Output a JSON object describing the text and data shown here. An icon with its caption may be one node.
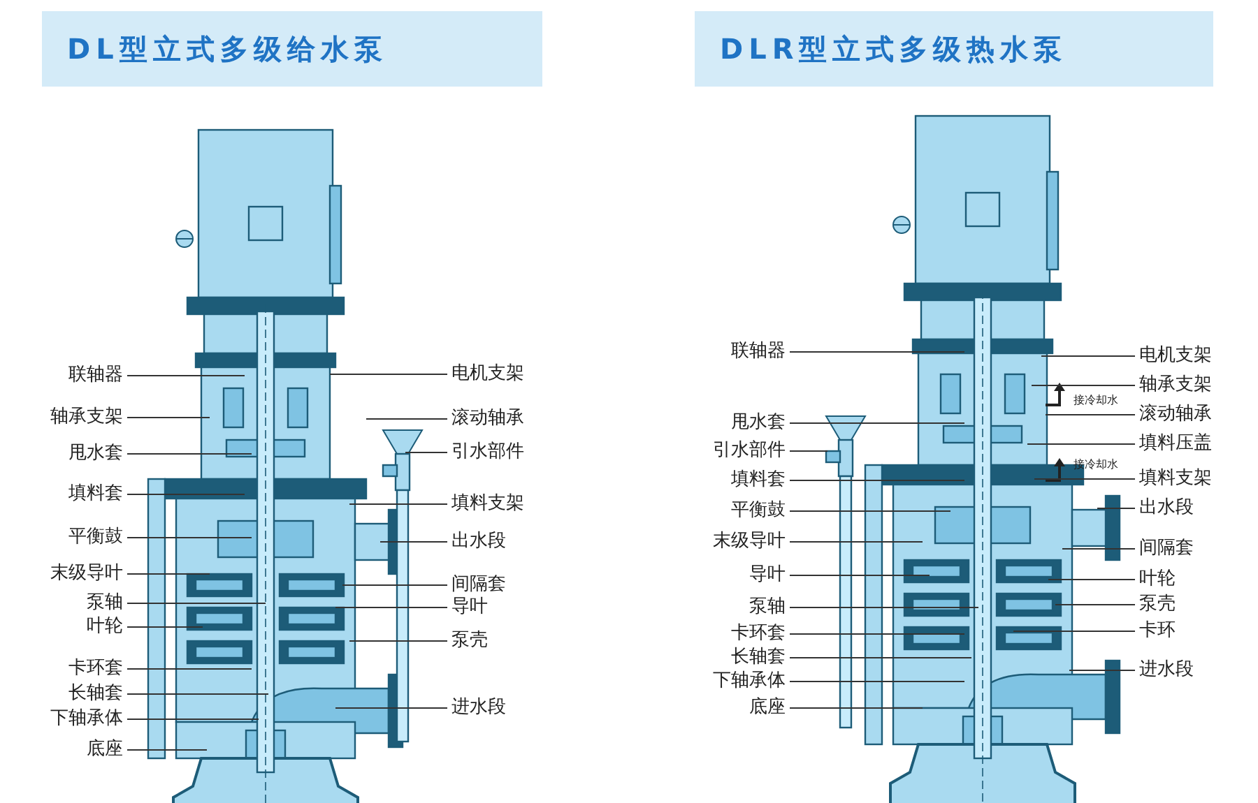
{
  "diagram": {
    "nodes": [
      {
        "text": [
          "DL型立式多级给水泵"
        ]
      },
      {
        "text": [
          "联轴器"
        ]
      },
      {
        "text": [
          "轴承支架"
        ]
      },
      {
        "text": [
          "甩水套"
        ]
      },
      {
        "text": [
          "填料套"
        ]
      },
      {
        "text": [
          "平衡鼓"
        ]
      },
      {
        "text": [
          "末级导叶"
        ]
      },
      {
        "text": [
          "泵轴"
        ]
      },
      {
        "text": [
          "叶轮"
        ]
      },
      {
        "text": [
          "卡环套"
        ]
      },
      {
        "text": [
          "长轴套"
        ]
      },
      {
        "text": [
          "下轴承体"
        ]
      },
      {
        "text": [
          "底座"
        ]
      },
      {
        "text": [
          "电机支架"
        ]
      },
      {
        "text": [
          "滚动轴承"
        ]
      },
      {
        "text": [
          "引水部件"
        ]
      },
      {
        "text": [
          "填料支架"
        ]
      },
      {
        "text": [
          "出水段"
        ]
      },
      {
        "text": [
          "间隔套"
        ]
      },
      {
        "text": [
          "导叶"
        ]
      },
      {
        "text": [
          "泵壳"
        ]
      },
      {
        "text": [
          "进水段"
        ]
      },
      {
        "text": [
          "DLR型立式多级热水泵"
        ]
      },
      {
        "text": [
          "联轴器"
        ]
      },
      {
        "text": [
          "甩水套"
        ]
      },
      {
        "text": [
          "引水部件"
        ]
      },
      {
        "text": [
          "填料套"
        ]
      },
      {
        "text": [
          "平衡鼓"
        ]
      },
      {
        "text": [
          "末级导叶"
        ]
      },
      {
        "text": [
          "导叶"
        ]
      },
      {
        "text": [
          "泵轴"
        ]
      },
      {
        "text": [
          "卡环套"
        ]
      },
      {
        "text": [
          "长轴套"
        ]
      },
      {
        "text": [
          "下轴承体"
        ]
      },
      {
        "text": [
          "底座"
        ]
      },
      {
        "text": [
          "电机支架"
        ]
      },
      {
        "text": [
          "轴承支架"
        ]
      },
      {
        "text": [
          "滚动轴承"
        ]
      },
      {
        "text": [
          "填料压盖"
        ]
      },
      {
        "text": [
          "填料支架"
        ]
      },
      {
        "text": [
          "出水段"
        ]
      },
      {
        "text": [
          "间隔套"
        ]
      },
      {
        "text": [
          "叶轮"
        ]
      },
      {
        "text": [
          "泵壳"
        ]
      },
      {
        "text": [
          "卡环"
        ]
      },
      {
        "text": [
          "进水段"
        ]
      }
    ],
    "edges": [
      {
        "from": 1,
        "to": null,
        "arrow": "none"
      },
      {
        "from": 2,
        "to": null,
        "arrow": "none"
      },
      {
        "from": 3,
        "to": null,
        "arrow": "none"
      },
      {
        "from": 4,
        "to": null,
        "arrow": "none"
      },
      {
        "from": 5,
        "to": null,
        "arrow": "none"
      },
      {
        "from": 6,
        "to": null,
        "arrow": "none"
      },
      {
        "from": 7,
        "to": null,
        "arrow": "none"
      },
      {
        "from": 8,
        "to": null,
        "arrow": "none"
      },
      {
        "from": 9,
        "to": null,
        "arrow": "none"
      },
      {
        "from": 10,
        "to": null,
        "arrow": "none"
      },
      {
        "from": 11,
        "to": null,
        "arrow": "none"
      },
      {
        "from": 12,
        "to": null,
        "arrow": "none"
      },
      {
        "from": 13,
        "to": null,
        "arrow": "none"
      },
      {
        "from": 14,
        "to": null,
        "arrow": "none"
      },
      {
        "from": 15,
        "to": null,
        "arrow": "none"
      },
      {
        "from": 16,
        "to": null,
        "arrow": "none"
      },
      {
        "from": 17,
        "to": null,
        "arrow": "none"
      },
      {
        "from": 18,
        "to": null,
        "arrow": "none"
      },
      {
        "from": 19,
        "to": null,
        "arrow": "none"
      },
      {
        "from": 20,
        "to": null,
        "arrow": "none"
      },
      {
        "from": 21,
        "to": null,
        "arrow": "none"
      },
      {
        "from": 23,
        "to": null,
        "arrow": "none"
      },
      {
        "from": 24,
        "to": null,
        "arrow": "none"
      },
      {
        "from": 25,
        "to": null,
        "arrow": "none"
      },
      {
        "from": 26,
        "to": null,
        "arrow": "none"
      },
      {
        "from": 27,
        "to": null,
        "arrow": "none"
      },
      {
        "from": 28,
        "to": null,
        "arrow": "none"
      },
      {
        "from": 29,
        "to": null,
        "arrow": "none"
      },
      {
        "from": 30,
        "to": null,
        "arrow": "none"
      },
      {
        "from": 31,
        "to": null,
        "arrow": "none"
      },
      {
        "from": 32,
        "to": null,
        "arrow": "none"
      },
      {
        "from": 33,
        "to": null,
        "arrow": "none"
      },
      {
        "from": 34,
        "to": null,
        "arrow": "none"
      },
      {
        "from": 35,
        "to": null,
        "arrow": "none"
      },
      {
        "from": 36,
        "to": null,
        "arrow": "none"
      },
      {
        "from": 37,
        "to": null,
        "arrow": "none"
      },
      {
        "from": 38,
        "to": null,
        "arrow": "none"
      },
      {
        "from": 39,
        "to": null,
        "arrow": "none"
      },
      {
        "from": 40,
        "to": null,
        "arrow": "none"
      },
      {
        "from": 41,
        "to": null,
        "arrow": "none"
      },
      {
        "from": 42,
        "to": null,
        "arrow": "none"
      },
      {
        "from": 43,
        "to": null,
        "arrow": "none"
      },
      {
        "from": 44,
        "to": null,
        "arrow": "none"
      },
      {
        "from": 45,
        "to": null,
        "arrow": "none"
      }
    ],
    "labels": [
      "接冷却水",
      "接冷却水"
    ]
  }
}
